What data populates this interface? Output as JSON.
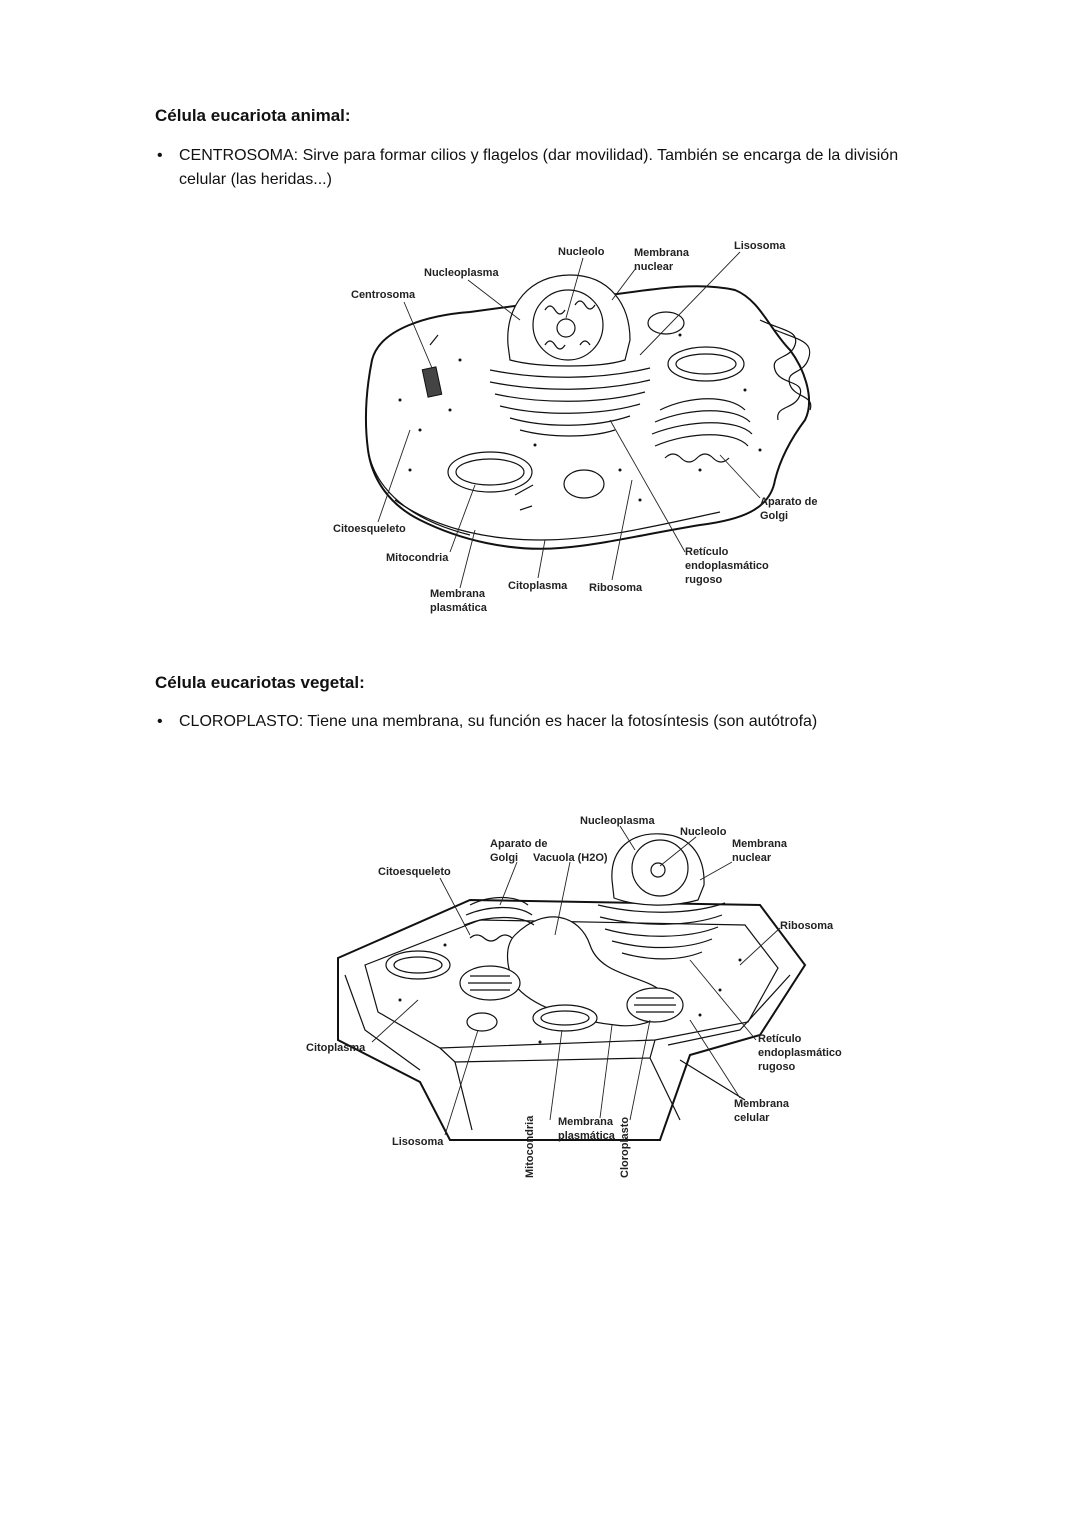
{
  "animal": {
    "heading": "Célula eucariota animal:",
    "bullet": "CENTROSOMA: Sirve para formar cilios y flagelos (dar movilidad). También se encarga de la división celular (las heridas...)",
    "labels": {
      "nucleolo": "Nucleolo",
      "membrana_nuclear_1": "Membrana",
      "membrana_nuclear_2": "nuclear",
      "lisosoma": "Lisosoma",
      "nucleoplasma": "Nucleoplasma",
      "centrosoma": "Centrosoma",
      "aparato_golgi_1": "Aparato de",
      "aparato_golgi_2": "Golgi",
      "citoesqueleto": "Citoesqueleto",
      "mitocondria": "Mitocondria",
      "reticulo_1": "Retículo",
      "reticulo_2": "endoplasmático",
      "reticulo_3": "rugoso",
      "membrana_plasmatica_1": "Membrana",
      "membrana_plasmatica_2": "plasmática",
      "citoplasma": "Citoplasma",
      "ribosoma": "Ribosoma"
    }
  },
  "vegetal": {
    "heading": "Célula eucariotas vegetal:",
    "bullet": "CLOROPLASTO: Tiene una membrana, su función es hacer la fotosíntesis (son autótrofa)",
    "labels": {
      "nucleoplasma": "Nucleoplasma",
      "nucleolo": "Nucleolo",
      "aparato_golgi_1": "Aparato de",
      "aparato_golgi_2": "Golgi",
      "vacuola": "Vacuola (H2O)",
      "membrana_nuclear_1": "Membrana",
      "membrana_nuclear_2": "nuclear",
      "citoesqueleto": "Citoesqueleto",
      "ribosoma": "Ribosoma",
      "citoplasma": "Citoplasma",
      "reticulo_1": "Retículo",
      "reticulo_2": "endoplasmático",
      "reticulo_3": "rugoso",
      "membrana_celular_1": "Membrana",
      "membrana_celular_2": "celular",
      "membrana_plasmatica_1": "Membrana",
      "membrana_plasmatica_2": "plasmática",
      "lisosoma": "Lisosoma",
      "mitocondria": "Mitocondria",
      "cloroplasto": "Cloroplasto"
    }
  }
}
